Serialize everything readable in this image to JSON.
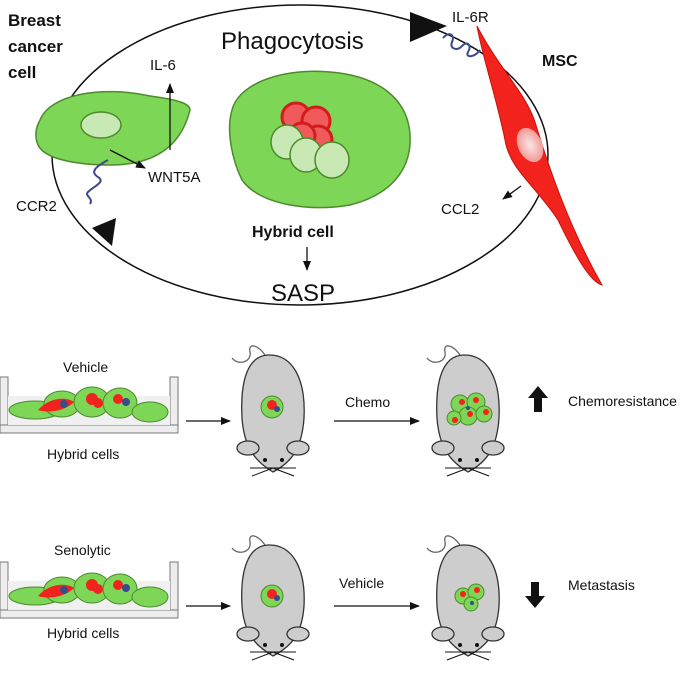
{
  "top": {
    "breast_cancer_cell": [
      "Breast",
      "cancer",
      "cell"
    ],
    "phagocytosis": "Phagocytosis",
    "il6": "IL-6",
    "wnt5a": "WNT5A",
    "ccr2": "CCR2",
    "il6r": "IL-6R",
    "msc": "MSC",
    "ccl2": "CCL2",
    "hybrid_cell": "Hybrid cell",
    "sasp": "SASP"
  },
  "rows": [
    {
      "treatment": "Vehicle",
      "cells_label": "Hybrid cells",
      "step": "Chemo",
      "outcome_arrow": "up",
      "outcome": "Chemoresistance"
    },
    {
      "treatment": "Senolytic",
      "cells_label": "Hybrid cells",
      "step": "Vehicle",
      "outcome_arrow": "down",
      "outcome": "Metastasis"
    }
  ],
  "colors": {
    "cancer_green": "#7dd656",
    "msc_red": "#f2231d",
    "mouse_gray": "#cdcdcd",
    "receptor_blue": "#3a4a8c"
  }
}
